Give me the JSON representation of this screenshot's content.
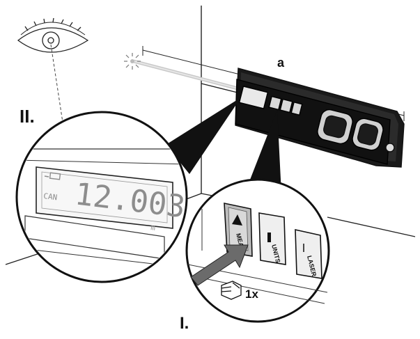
{
  "labels": {
    "dimension": "a",
    "step_display": "II.",
    "step_press": "I.",
    "press_count": "1x"
  },
  "display": {
    "reading": "12.003",
    "unit": "m",
    "mode": "CAN"
  },
  "buttons": {
    "meas": "MEAS",
    "units": "UNITS",
    "laser": "LASER"
  },
  "colors": {
    "line": "#222222",
    "arrow": "#6b6b6b",
    "beam": "#c8c8c8",
    "lcd_text": "#8d8d8d"
  },
  "icons": [
    "eye-icon",
    "laser-dot-icon",
    "finger-press-icon",
    "push-arrow-icon"
  ]
}
